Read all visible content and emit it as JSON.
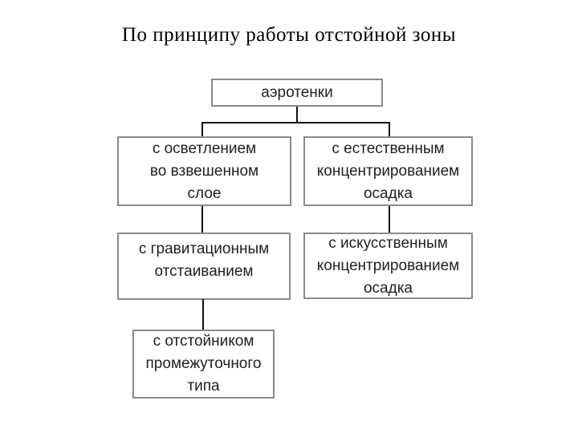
{
  "title": "По принципу работы отстойной зоны",
  "colors": {
    "background": "#ffffff",
    "box_border": "#8a8a8a",
    "box_fill": "#ffffff",
    "box_text": "#1f1f1f",
    "connector": "#111111",
    "title_text": "#000000"
  },
  "diagram": {
    "root": {
      "label": "аэротенки",
      "lines": [
        "аэротенки"
      ]
    },
    "level1": [
      {
        "label": "с осветлением во взвешенном слое",
        "lines": [
          "с осветлением",
          "во взвешенном",
          "слое"
        ]
      },
      {
        "label": "с естественным концентрированием осадка",
        "lines": [
          "с естественным",
          "концентрированием",
          "осадка"
        ]
      }
    ],
    "level2": [
      {
        "label": "с гравитационным отстаиванием",
        "lines": [
          "с гравитационным",
          "отстаиванием"
        ]
      },
      {
        "label": "с искусственным концентрированием осадка",
        "lines": [
          "с искусственным",
          "концентрированием",
          "осадка"
        ]
      }
    ],
    "level3": [
      {
        "label": "с отстойником промежуточного типа",
        "lines": [
          "с отстойником",
          "промежуточного",
          "типа"
        ]
      }
    ]
  }
}
